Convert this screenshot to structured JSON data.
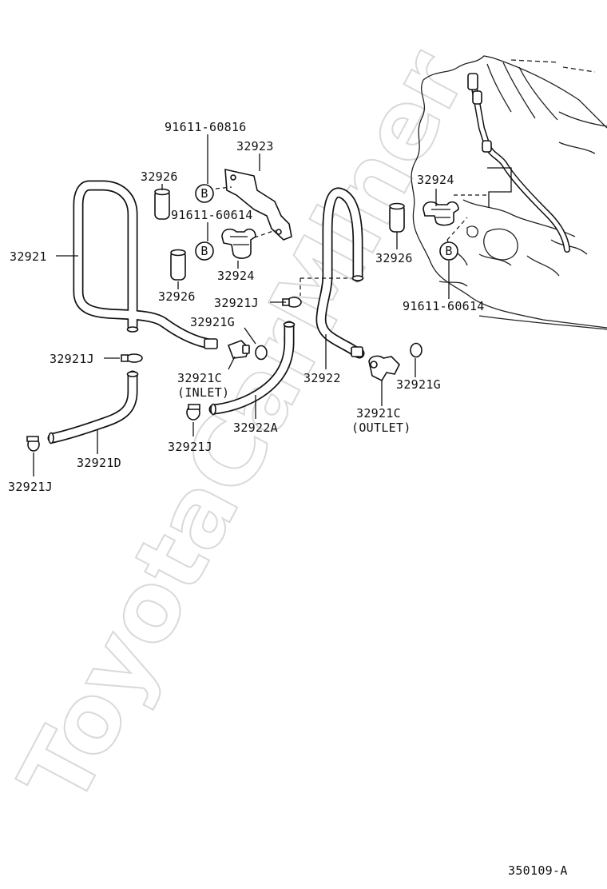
{
  "watermark": "ToyotaCarMiner",
  "diagram_code": "350109-A",
  "callout_mark": "B",
  "labels": {
    "p91611_60816": "91611-60816",
    "p32923": "32923",
    "p32926_a": "32926",
    "p91611_60614_a": "91611-60614",
    "p32921": "32921",
    "p32924_a": "32924",
    "p32926_b": "32926",
    "p32921J_a": "32921J",
    "p32921G_a": "32921G",
    "p32921J_b": "32921J",
    "p32921C_inlet": "32921C",
    "inlet": "(INLET)",
    "p32922": "32922",
    "p32921G_b": "32921G",
    "p32921C_outlet": "32921C",
    "outlet": "(OUTLET)",
    "p32922A": "32922A",
    "p32921J_c": "32921J",
    "p32921D": "32921D",
    "p32921J_d": "32921J",
    "p32924_b": "32924",
    "p32926_c": "32926",
    "p91611_60614_b": "91611-60614"
  }
}
